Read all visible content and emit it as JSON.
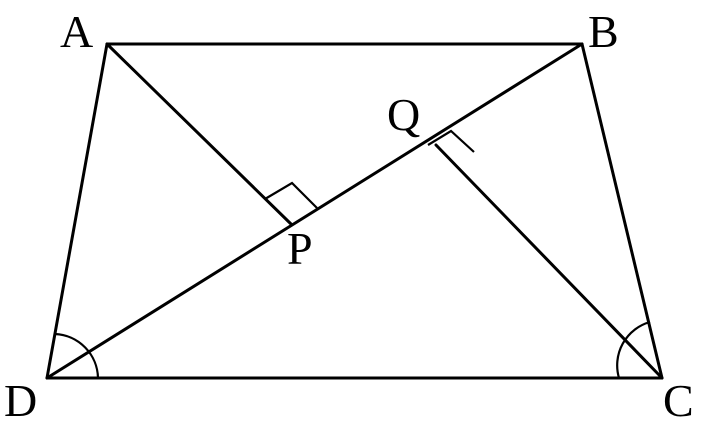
{
  "figure": {
    "labels": {
      "A": "A",
      "B": "B",
      "C": "C",
      "D": "D",
      "P": "P",
      "Q": "Q"
    }
  }
}
